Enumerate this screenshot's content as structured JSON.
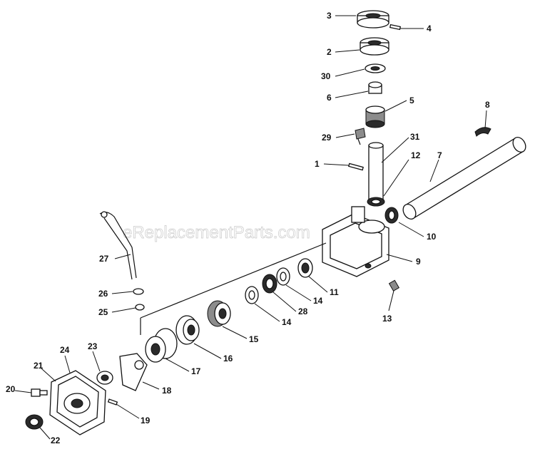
{
  "watermark": "eReplacementParts.com",
  "callouts": [
    {
      "id": "c3",
      "label": "3"
    },
    {
      "id": "c4",
      "label": "4"
    },
    {
      "id": "c2",
      "label": "2"
    },
    {
      "id": "c30",
      "label": "30"
    },
    {
      "id": "c6",
      "label": "6"
    },
    {
      "id": "c5",
      "label": "5"
    },
    {
      "id": "c8",
      "label": "8"
    },
    {
      "id": "c29",
      "label": "29"
    },
    {
      "id": "c31",
      "label": "31"
    },
    {
      "id": "c1",
      "label": "1"
    },
    {
      "id": "c12",
      "label": "12"
    },
    {
      "id": "c7",
      "label": "7"
    },
    {
      "id": "c10",
      "label": "10"
    },
    {
      "id": "c9",
      "label": "9"
    },
    {
      "id": "c27",
      "label": "27"
    },
    {
      "id": "c26",
      "label": "26"
    },
    {
      "id": "c25",
      "label": "25"
    },
    {
      "id": "c11",
      "label": "11"
    },
    {
      "id": "c14a",
      "label": "14"
    },
    {
      "id": "c28",
      "label": "28"
    },
    {
      "id": "c13",
      "label": "13"
    },
    {
      "id": "c14b",
      "label": "14"
    },
    {
      "id": "c15",
      "label": "15"
    },
    {
      "id": "c16",
      "label": "16"
    },
    {
      "id": "c17",
      "label": "17"
    },
    {
      "id": "c24",
      "label": "24"
    },
    {
      "id": "c23",
      "label": "23"
    },
    {
      "id": "c21",
      "label": "21"
    },
    {
      "id": "c20",
      "label": "20"
    },
    {
      "id": "c18",
      "label": "18"
    },
    {
      "id": "c19",
      "label": "19"
    },
    {
      "id": "c22",
      "label": "22"
    }
  ]
}
